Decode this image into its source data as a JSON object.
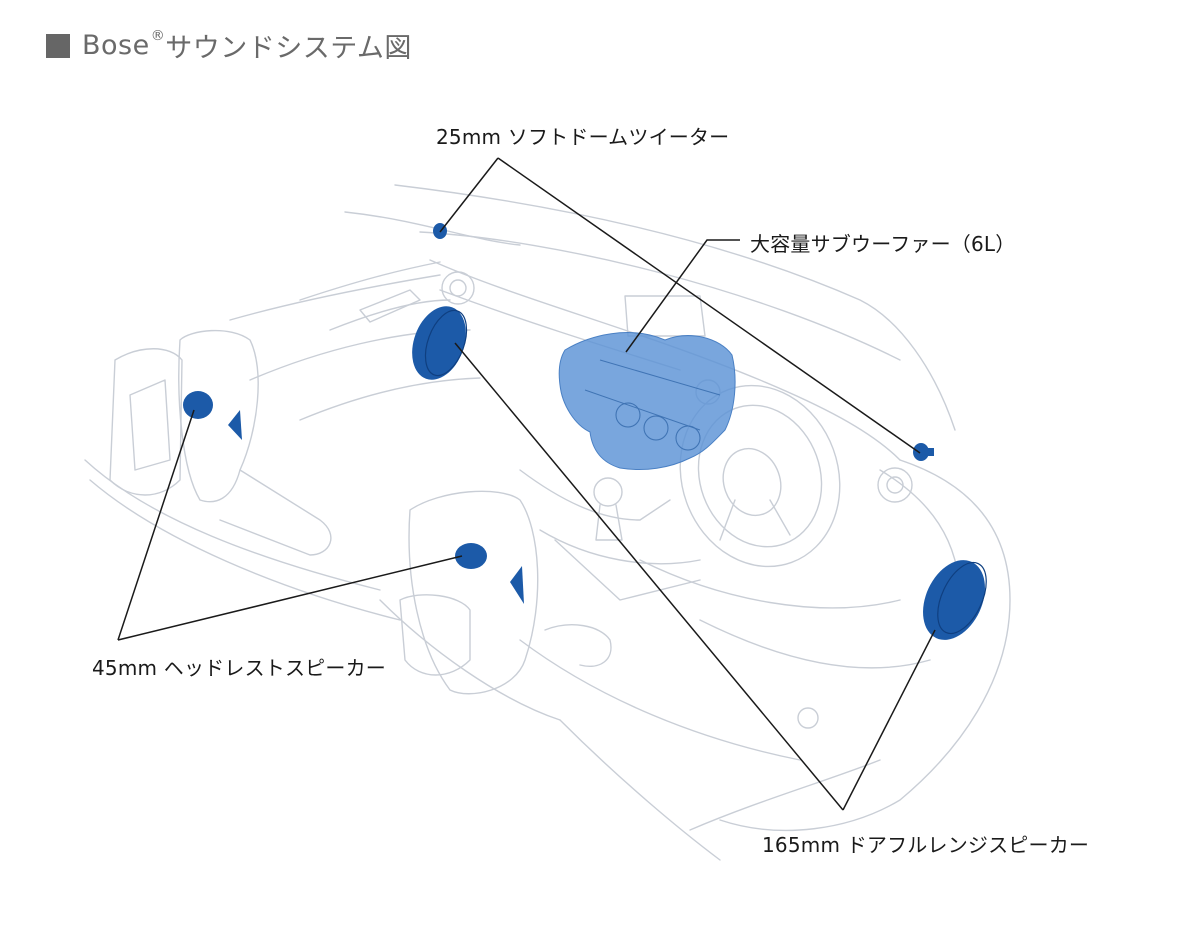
{
  "header": {
    "title_brand": "Bose",
    "registered_mark": "®",
    "title_rest": "サウンドシステム図"
  },
  "labels": {
    "tweeter": "25mm ソフトドームツイーター",
    "subwoofer": "大容量サブウーファー（6L）",
    "headrest": "45mm ヘッドレストスピーカー",
    "door": "165mm ドアフルレンジスピーカー"
  },
  "colors": {
    "speaker_blue": "#1c5aa8",
    "subwoofer_blue": "#5b93d6",
    "line_art": "#c9ced6",
    "leader": "#1a1a1a"
  }
}
